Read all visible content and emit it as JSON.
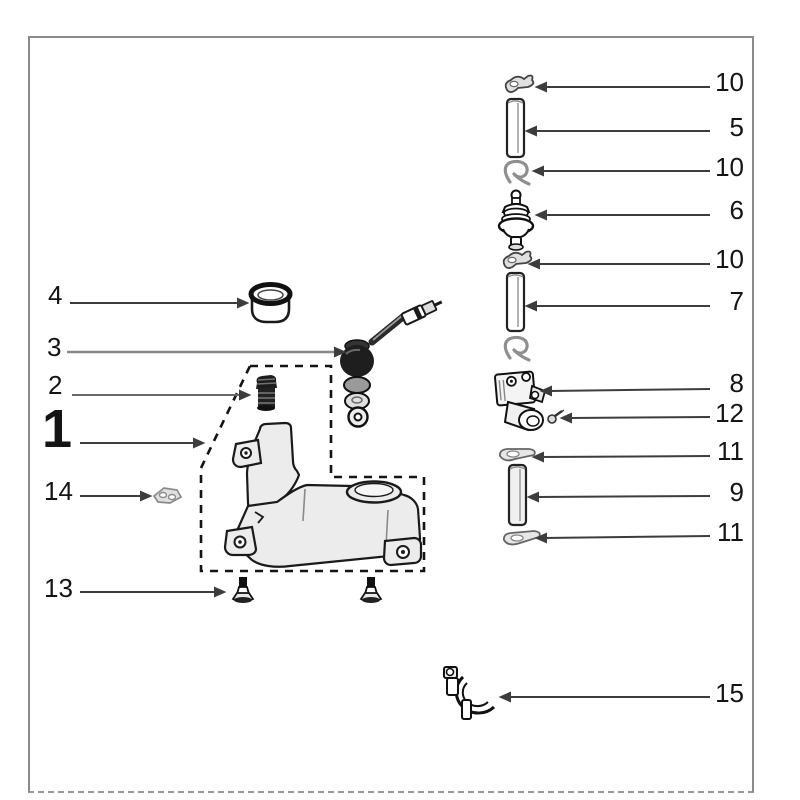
{
  "figure_type": "exploded-parts-diagram",
  "colors": {
    "background": "#ffffff",
    "frame_border": "#8a8a8a",
    "outline": "#1a1a1a",
    "leader_line": "#3d3d3d",
    "leader_line_light": "#8a8a8a",
    "part_fill_light": "#ececec",
    "part_fill_gray": "#d8d8d8",
    "part_fill_dark": "#1e1e1e"
  },
  "callouts": [
    {
      "number": "10",
      "part": "hose-clamp-top"
    },
    {
      "number": "5",
      "part": "fuel-tube-short"
    },
    {
      "number": "10",
      "part": "spring-hook-clip"
    },
    {
      "number": "6",
      "part": "fuel-filter"
    },
    {
      "number": "10",
      "part": "hose-clamp-mid"
    },
    {
      "number": "7",
      "part": "fuel-tube-long"
    },
    {
      "number": "8",
      "part": "primer-valve-body"
    },
    {
      "number": "12",
      "part": "small-screw"
    },
    {
      "number": "11",
      "part": "flat-clip-upper"
    },
    {
      "number": "9",
      "part": "fuel-tube-return"
    },
    {
      "number": "11",
      "part": "flat-clip-lower"
    },
    {
      "number": "15",
      "part": "pipe-clamp"
    },
    {
      "number": "4",
      "part": "tank-cap-cup"
    },
    {
      "number": "3",
      "part": "fuel-line-grommet-assembly"
    },
    {
      "number": "2",
      "part": "tank-vent-grommet"
    },
    {
      "number": "1",
      "part": "fuel-tank-assembly"
    },
    {
      "number": "14",
      "part": "mount-clip"
    },
    {
      "number": "13",
      "part": "mount-screws"
    }
  ]
}
